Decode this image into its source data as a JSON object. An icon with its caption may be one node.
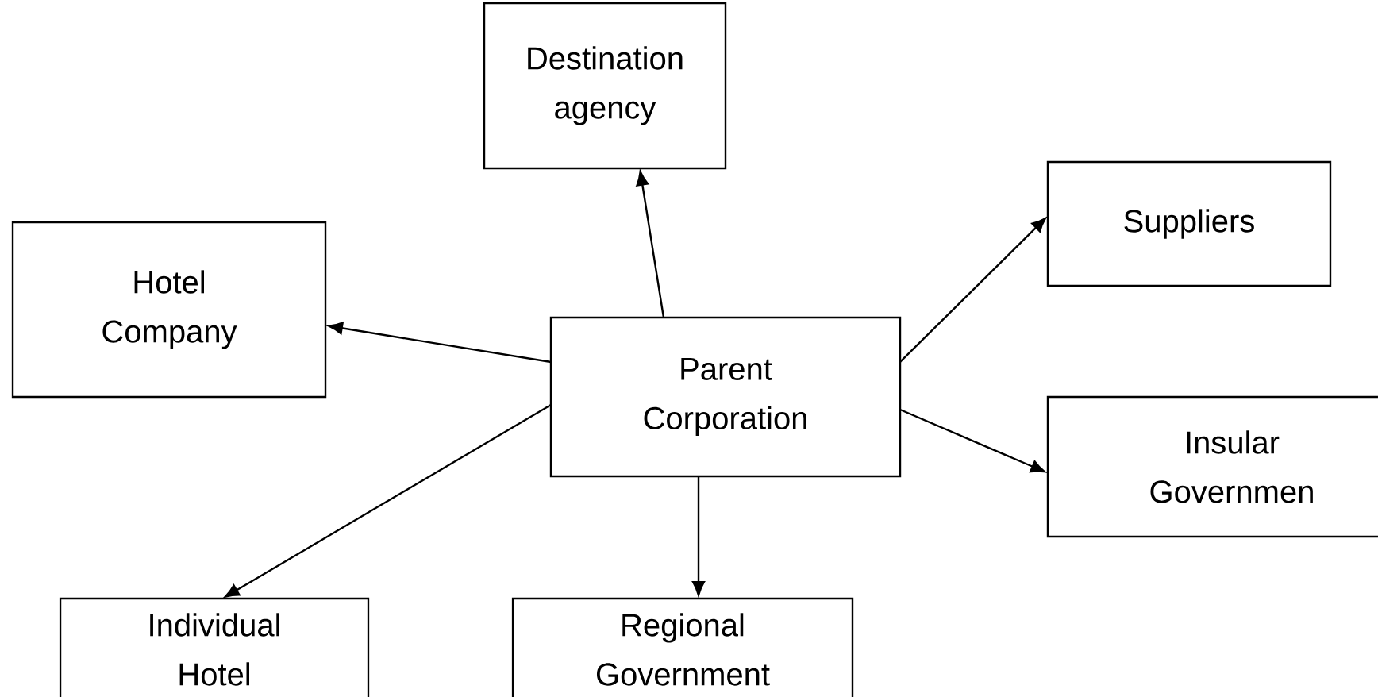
{
  "diagram": {
    "nodes": [
      {
        "text": [
          "Destination agency"
        ]
      },
      {
        "text": [
          "Suppliers"
        ]
      },
      {
        "text": [
          "Hotel Company"
        ]
      },
      {
        "text": [
          "Parent Corporation"
        ]
      },
      {
        "text": [
          "Insular Governmen"
        ]
      },
      {
        "text": [
          "Individual Hotel"
        ]
      },
      {
        "text": [
          "Regional Government"
        ]
      }
    ],
    "edges": [
      {
        "from": 3,
        "to": 0,
        "arrow": "to"
      },
      {
        "from": 3,
        "to": 1,
        "arrow": "to"
      },
      {
        "from": 3,
        "to": 2,
        "arrow": "to"
      },
      {
        "from": 3,
        "to": 4,
        "arrow": "to"
      },
      {
        "from": 3,
        "to": 5,
        "arrow": "to"
      },
      {
        "from": 3,
        "to": 6,
        "arrow": "to"
      }
    ]
  }
}
